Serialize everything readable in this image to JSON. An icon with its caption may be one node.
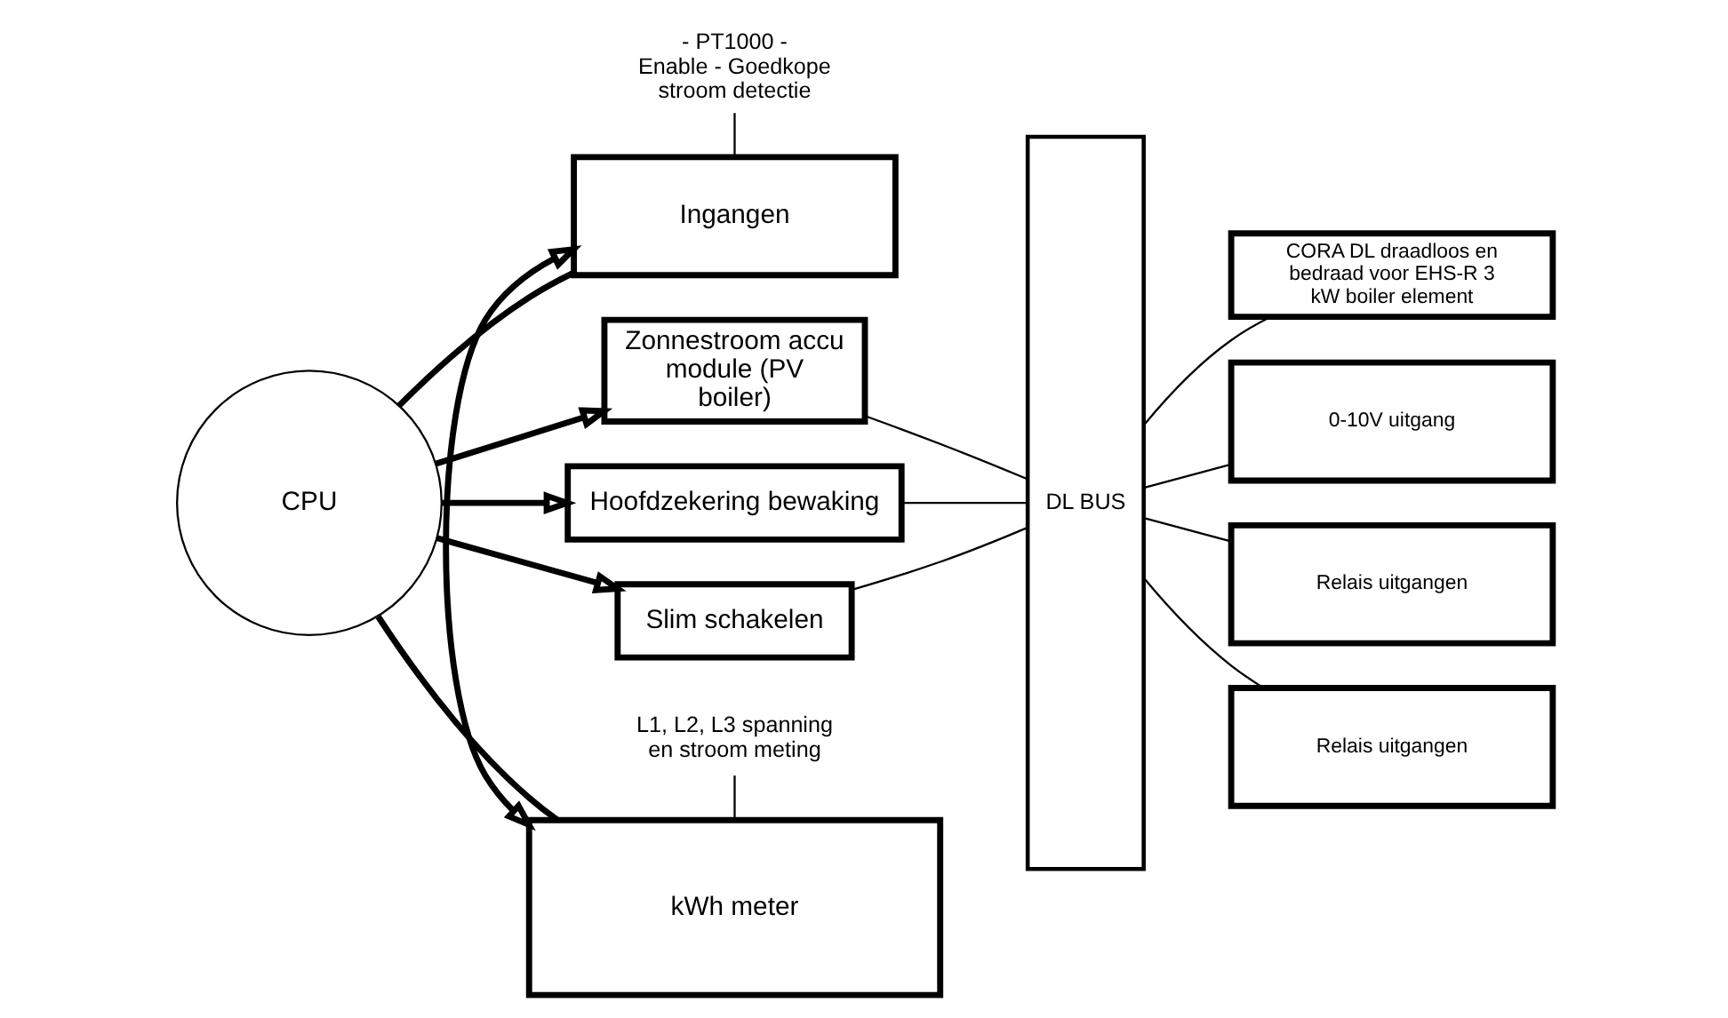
{
  "diagram": {
    "nodes": [
      {
        "text": [
          "- PT1000 - Enable - Goedkope stroom detectie"
        ]
      },
      {
        "text": [
          "Ingangen"
        ]
      },
      {
        "text": [
          "kWh meter"
        ]
      },
      {
        "text": [
          "CPU"
        ]
      },
      {
        "text": [
          "Zonnestroom accu module (PV boiler)"
        ]
      },
      {
        "text": [
          "Hoofdzekering bewaking"
        ]
      },
      {
        "text": [
          "Slim schakelen"
        ]
      },
      {
        "text": [
          "DL BUS"
        ]
      },
      {
        "text": [
          "CORA DL draadloos en bedraad voor EHS-R 3 kW boiler element"
        ]
      },
      {
        "text": [
          "0-10V uitgang"
        ]
      },
      {
        "text": [
          "Relais uitgangen"
        ]
      },
      {
        "text": [
          "Relais uitgangen"
        ]
      },
      {
        "text": [
          "L1, L2, L3 spanning en stroom meting"
        ]
      }
    ],
    "edges": [
      {
        "from": 0,
        "to": 1,
        "arrow": "none"
      },
      {
        "from": 1,
        "to": 2,
        "arrow": "both",
        "style": "thick"
      },
      {
        "from": 3,
        "to": 1,
        "arrow": "none",
        "style": "thick"
      },
      {
        "from": 3,
        "to": 2,
        "arrow": "none",
        "style": "thick"
      },
      {
        "from": 3,
        "to": 4,
        "arrow": "to",
        "style": "thick"
      },
      {
        "from": 3,
        "to": 5,
        "arrow": "to",
        "style": "thick"
      },
      {
        "from": 3,
        "to": 6,
        "arrow": "to",
        "style": "thick"
      },
      {
        "from": 4,
        "to": 7,
        "arrow": "none"
      },
      {
        "from": 5,
        "to": 7,
        "arrow": "none"
      },
      {
        "from": 6,
        "to": 7,
        "arrow": "none"
      },
      {
        "from": 7,
        "to": 8,
        "arrow": "none"
      },
      {
        "from": 7,
        "to": 9,
        "arrow": "none"
      },
      {
        "from": 7,
        "to": 10,
        "arrow": "none"
      },
      {
        "from": 7,
        "to": 11,
        "arrow": "none"
      },
      {
        "from": 12,
        "to": 2,
        "arrow": "none"
      }
    ]
  }
}
